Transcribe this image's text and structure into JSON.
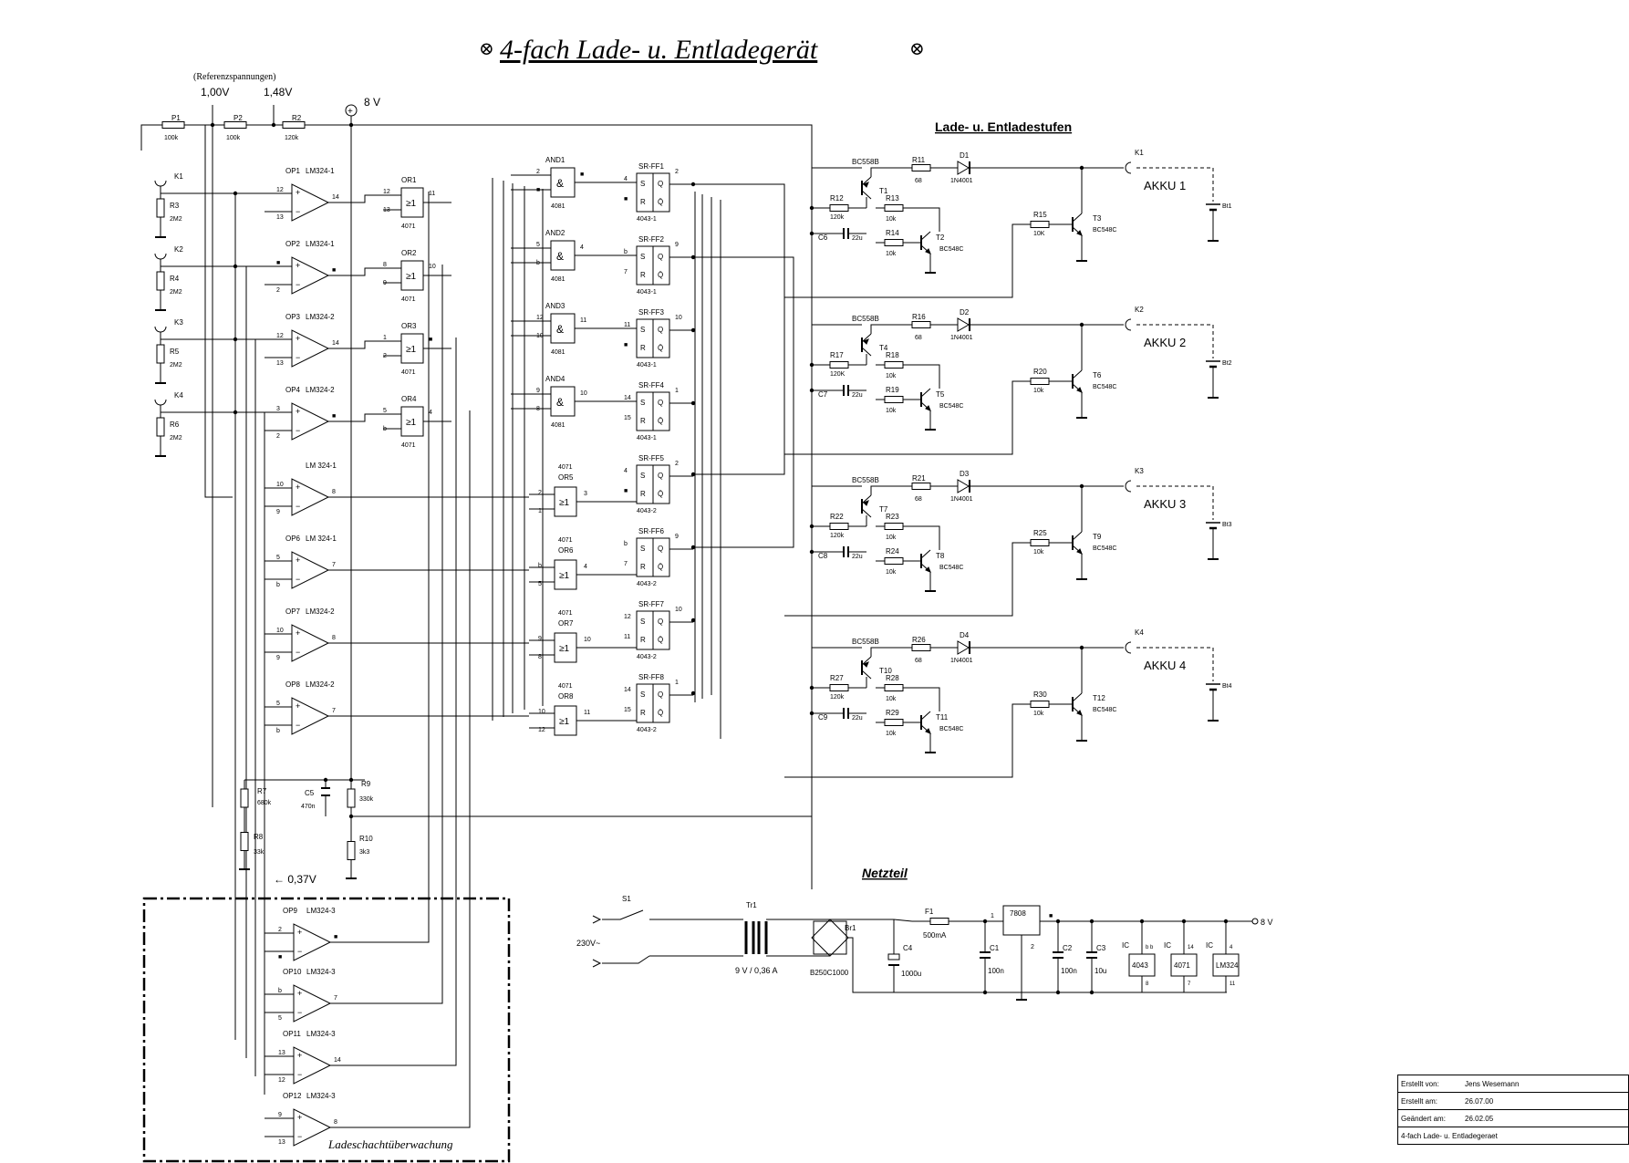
{
  "title": "4-fach Lade- u. Entladegerät",
  "title_symbol": "⊗",
  "labels": {
    "reference_heading": "(Referenzspannungen)",
    "ref_voltage_1": "1,00V",
    "ref_voltage_2": "1,48V",
    "supply_voltage": "8 V",
    "charge_stages_heading": "Lade- u. Entladestufen",
    "low_voltage_arrow": "← 0,37V",
    "monitor_box_label": "Ladeschachtüberwachung",
    "power_supply_heading": "Netzteil",
    "mains_label": "230V~",
    "transformer_rating": "9 V / 0,36 A",
    "output_voltage": "8 V"
  },
  "potentiometers": [
    {
      "name": "P1",
      "value": "100k"
    },
    {
      "name": "P2",
      "value": "100k"
    },
    {
      "name": "R2",
      "value": "120k"
    }
  ],
  "input_resistors": [
    {
      "terminal": "K1",
      "name": "R3",
      "value": "2M2"
    },
    {
      "terminal": "K2",
      "name": "R4",
      "value": "2M2"
    },
    {
      "terminal": "K3",
      "name": "R5",
      "value": "2M2"
    },
    {
      "terminal": "K4",
      "name": "R6",
      "value": "2M2"
    }
  ],
  "opamps": [
    {
      "name": "OP1",
      "ic": "LM324-1",
      "pin_plus": "12",
      "pin_minus": "13",
      "pin_out": "14"
    },
    {
      "name": "OP2",
      "ic": "LM324-1",
      "pin_plus": "■",
      "pin_minus": "2",
      "pin_out": "■"
    },
    {
      "name": "OP3",
      "ic": "LM324-2",
      "pin_plus": "12",
      "pin_minus": "13",
      "pin_out": "14"
    },
    {
      "name": "OP4",
      "ic": "LM324-2",
      "pin_plus": "3",
      "pin_minus": "2",
      "pin_out": "■"
    },
    {
      "name": "",
      "ic": "LM 324-1",
      "pin_plus": "10",
      "pin_minus": "9",
      "pin_out": "8"
    },
    {
      "name": "OP6",
      "ic": "LM 324-1",
      "pin_plus": "5",
      "pin_minus": "b",
      "pin_out": "7"
    },
    {
      "name": "OP7",
      "ic": "LM324-2",
      "pin_plus": "10",
      "pin_minus": "9",
      "pin_out": "8"
    },
    {
      "name": "OP8",
      "ic": "LM324-2",
      "pin_plus": "5",
      "pin_minus": "b",
      "pin_out": "7"
    }
  ],
  "monitor_opamps": [
    {
      "name": "OP9",
      "ic": "LM324-3",
      "pin_a": "2",
      "pin_b": "■",
      "pin_out": "■"
    },
    {
      "name": "OP10",
      "ic": "LM324-3",
      "pin_a": "b",
      "pin_b": "5",
      "pin_out": "7"
    },
    {
      "name": "OP11",
      "ic": "LM324-3",
      "pin_a": "13",
      "pin_b": "12",
      "pin_out": "14"
    },
    {
      "name": "OP12",
      "ic": "LM324-3",
      "pin_a": "9",
      "pin_b": "13",
      "pin_out": "8"
    }
  ],
  "or_gates_upper": [
    {
      "name": "OR1",
      "ic": "4071",
      "pin_a": "12",
      "pin_b": "13",
      "pin_out": "11"
    },
    {
      "name": "OR2",
      "ic": "4071",
      "pin_a": "8",
      "pin_b": "9",
      "pin_out": "10"
    },
    {
      "name": "OR3",
      "ic": "4071",
      "pin_a": "1",
      "pin_b": "2",
      "pin_out": "■"
    },
    {
      "name": "OR4",
      "ic": "4071",
      "pin_a": "5",
      "pin_b": "b",
      "pin_out": "4"
    }
  ],
  "or_gates_lower": [
    {
      "name": "OR5",
      "ic": "4071",
      "pin_a": "2",
      "pin_b": "1",
      "pin_out": "3"
    },
    {
      "name": "OR6",
      "ic": "4071",
      "pin_a": "b",
      "pin_b": "5",
      "pin_out": "4"
    },
    {
      "name": "OR7",
      "ic": "4071",
      "pin_a": "9",
      "pin_b": "8",
      "pin_out": "10"
    },
    {
      "name": "OR8",
      "ic": "4071",
      "pin_a": "10",
      "pin_b": "12",
      "pin_out": "11"
    }
  ],
  "and_gates": [
    {
      "name": "AND1",
      "ic": "4081",
      "pin_a": "2",
      "pin_b": "■",
      "pin_out": "■"
    },
    {
      "name": "AND2",
      "ic": "4081",
      "pin_a": "5",
      "pin_b": "b",
      "pin_out": "4"
    },
    {
      "name": "AND3",
      "ic": "4081",
      "pin_a": "12",
      "pin_b": "10",
      "pin_out": "11"
    },
    {
      "name": "AND4",
      "ic": "4081",
      "pin_a": "9",
      "pin_b": "8",
      "pin_out": "10"
    }
  ],
  "gate_symbol_and": "&",
  "gate_symbol_or": "≥1",
  "flipflops": [
    {
      "name": "SR-FF1",
      "ic": "4043-1",
      "pin_s": "4",
      "pin_r": "■",
      "pin_q": "2"
    },
    {
      "name": "SR-FF2",
      "ic": "4043-1",
      "pin_s": "b",
      "pin_r": "7",
      "pin_q": "9"
    },
    {
      "name": "SR-FF3",
      "ic": "4043-1",
      "pin_s": "11",
      "pin_r": "■",
      "pin_q": "10"
    },
    {
      "name": "SR-FF4",
      "ic": "4043-1",
      "pin_s": "14",
      "pin_r": "15",
      "pin_q": "1"
    },
    {
      "name": "SR-FF5",
      "ic": "4043-2",
      "pin_s": "4",
      "pin_r": "■",
      "pin_q": "2"
    },
    {
      "name": "SR-FF6",
      "ic": "4043-2",
      "pin_s": "b",
      "pin_r": "7",
      "pin_q": "9"
    },
    {
      "name": "SR-FF7",
      "ic": "4043-2",
      "pin_s": "12",
      "pin_r": "11",
      "pin_q": "10"
    },
    {
      "name": "SR-FF8",
      "ic": "4043-2",
      "pin_s": "14",
      "pin_r": "15",
      "pin_q": "1"
    }
  ],
  "ff_pin_labels": {
    "s": "S",
    "r": "R",
    "q": "Q",
    "qbar": "Q̄"
  },
  "divider": {
    "r7": "R7",
    "r7_value": "680k",
    "r8": "R8",
    "r8_value": "33k",
    "c5": "C5",
    "c5_value": "470n",
    "r9": "R9",
    "r9_value": "330k",
    "r10": "R10",
    "r10_value": "3k3"
  },
  "charge_stages": [
    {
      "k": "K1",
      "akku": "AKKU 1",
      "bt": "Bt1",
      "pnp": "T1",
      "pnp_type": "BC558B",
      "r_series": "R11",
      "r_series_value": "68",
      "diode": "D1",
      "diode_type": "1N4001",
      "r_base": "R12",
      "r_base_value": "120k",
      "r_a": "R13",
      "r_a_value": "10k",
      "r_b": "R14",
      "r_b_value": "10k",
      "cap": "C6",
      "cap_value": "22u",
      "npn_drive": "T2",
      "npn_drive_type": "BC548C",
      "r_dis": "R15",
      "r_dis_value": "10K",
      "npn_dis": "T3",
      "npn_dis_type": "BC548C"
    },
    {
      "k": "K2",
      "akku": "AKKU 2",
      "bt": "Bt2",
      "pnp": "T4",
      "pnp_type": "BC558B",
      "r_series": "R16",
      "r_series_value": "68",
      "diode": "D2",
      "diode_type": "1N4001",
      "r_base": "R17",
      "r_base_value": "120K",
      "r_a": "R18",
      "r_a_value": "10k",
      "r_b": "R19",
      "r_b_value": "10k",
      "cap": "C7",
      "cap_value": "22u",
      "npn_drive": "T5",
      "npn_drive_type": "BC548C",
      "r_dis": "R20",
      "r_dis_value": "10k",
      "npn_dis": "T6",
      "npn_dis_type": "BC548C"
    },
    {
      "k": "K3",
      "akku": "AKKU 3",
      "bt": "Bt3",
      "pnp": "T7",
      "pnp_type": "BC558B",
      "r_series": "R21",
      "r_series_value": "68",
      "diode": "D3",
      "diode_type": "1N4001",
      "r_base": "R22",
      "r_base_value": "120k",
      "r_a": "R23",
      "r_a_value": "10k",
      "r_b": "R24",
      "r_b_value": "10k",
      "cap": "C8",
      "cap_value": "22u",
      "npn_drive": "T8",
      "npn_drive_type": "BC548C",
      "r_dis": "R25",
      "r_dis_value": "10k",
      "npn_dis": "T9",
      "npn_dis_type": "BC548C"
    },
    {
      "k": "K4",
      "akku": "AKKU 4",
      "bt": "Bt4",
      "pnp": "T10",
      "pnp_type": "BC558B",
      "r_series": "R26",
      "r_series_value": "68",
      "diode": "D4",
      "diode_type": "1N4001",
      "r_base": "R27",
      "r_base_value": "120k",
      "r_a": "R28",
      "r_a_value": "10k",
      "r_b": "R29",
      "r_b_value": "10k",
      "cap": "C9",
      "cap_value": "22u",
      "npn_drive": "T11",
      "npn_drive_type": "BC548C",
      "r_dis": "R30",
      "r_dis_value": "10k",
      "npn_dis": "T12",
      "npn_dis_type": "BC548C"
    }
  ],
  "power_supply": {
    "s1": "S1",
    "tr1": "Tr1",
    "br1": "Br1",
    "br1_type": "B250C1000",
    "c4": "C4",
    "c4_value": "1000u",
    "f1": "F1",
    "f1_value": "500mA",
    "reg": "7808",
    "reg_pin_in": "1",
    "reg_pin_gnd": "2",
    "reg_pin_out": "■",
    "c1": "C1",
    "c1_value": "100n",
    "c2": "C2",
    "c2_value": "100n",
    "c3": "C3",
    "c3_value": "10u"
  },
  "supply_ics": [
    {
      "label": "IC",
      "type": "4043",
      "pin_top": "b b",
      "pin_bottom": "8"
    },
    {
      "label": "IC",
      "type": "4071",
      "pin_top": "14",
      "pin_bottom": "7"
    },
    {
      "label": "IC",
      "type": "LM324",
      "pin_top": "4",
      "pin_bottom": "11"
    }
  ],
  "title_block": {
    "created_by_label": "Erstellt von:",
    "created_by": "Jens Wesemann",
    "created_on_label": "Erstellt am:",
    "created_on": "26.07.00",
    "changed_on_label": "Geändert am:",
    "changed_on": "26.02.05",
    "project": "4-fach Lade- u. Entladegeraet"
  }
}
